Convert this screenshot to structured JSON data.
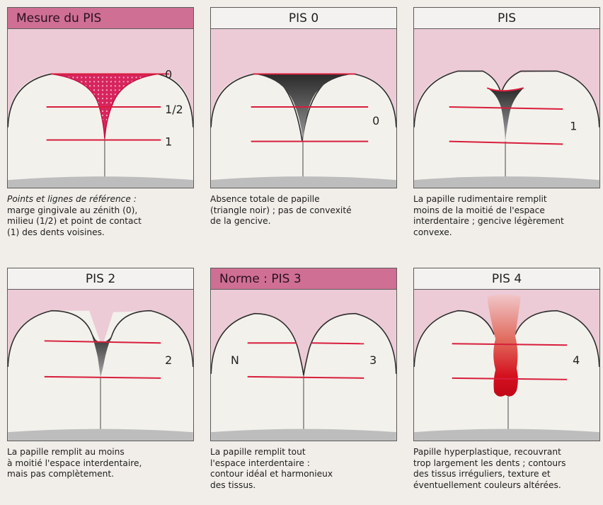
{
  "panels": [
    {
      "title": "Mesure du PIS",
      "caption_lead": "Points et lignes de référence :",
      "caption": "marge gingivale au zénith (0),\nmilieu (1/2) et point de contact\n(1) des dents voisines.",
      "labels": [
        "0",
        "1/2",
        "1"
      ]
    },
    {
      "title": "PIS  0",
      "caption": "Absence totale de papille\n(triangle noir) ; pas de convexité\nde la gencive.",
      "score": "0"
    },
    {
      "title": "PIS",
      "caption": "La papille rudimentaire remplit\nmoins de la moitié de l'espace\ninterdentaire ; gencive légèrement\nconvexe.",
      "score": "1"
    },
    {
      "title": "PIS  2",
      "caption": "La papille remplit au moins\nà moitié l'espace interdentaire,\nmais pas complètement.",
      "score": "2"
    },
    {
      "title": "Norme : PIS  3",
      "caption": "La papille remplit tout\nl'espace interdentaire :\ncontour idéal et harmonieux\ndes tissus.",
      "score": "3",
      "left_label": "N"
    },
    {
      "title": "PIS  4",
      "caption": "Papille hyperplastique, recouvrant\ntrop largement les dents ; contours\ndes tissus irréguliers, texture et\néventuellement couleurs altérées.",
      "score": "4"
    }
  ],
  "colors": {
    "gum_pink": "#eccbd6",
    "papilla_magenta": "#d8245e",
    "line_red": "#d81e3c",
    "header_pink": "#cf6f94"
  }
}
